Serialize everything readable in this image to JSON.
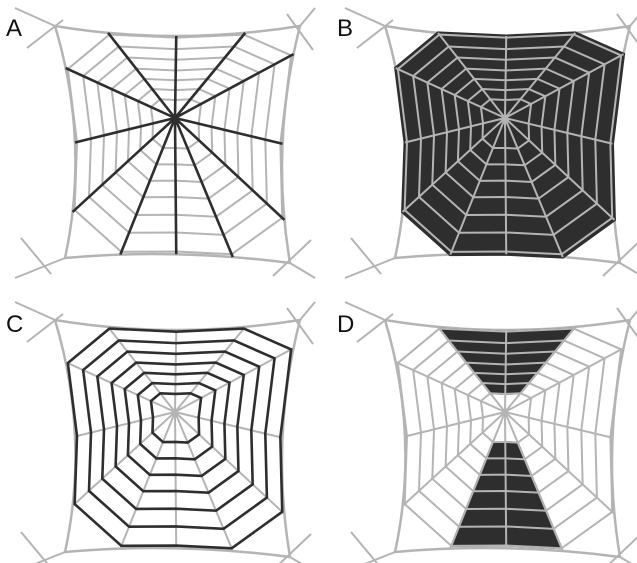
{
  "figure": {
    "panels": [
      {
        "letter": "A",
        "highlight": "radii",
        "colors": {
          "web": "#b4b4b4",
          "highlight": "#2e2e2e",
          "fill": "#2e2e2e"
        }
      },
      {
        "letter": "B",
        "highlight": "capture-area",
        "colors": {
          "web": "#b4b4b4",
          "highlight": "#2e2e2e",
          "fill": "#2e2e2e"
        }
      },
      {
        "letter": "C",
        "highlight": "capture-spiral",
        "colors": {
          "web": "#b4b4b4",
          "highlight": "#2e2e2e",
          "fill": "#2e2e2e"
        }
      },
      {
        "letter": "D",
        "highlight": "top-and-bottom-sectors",
        "colors": {
          "web": "#b4b4b4",
          "highlight": "#2e2e2e",
          "fill": "#2e2e2e"
        }
      }
    ]
  }
}
